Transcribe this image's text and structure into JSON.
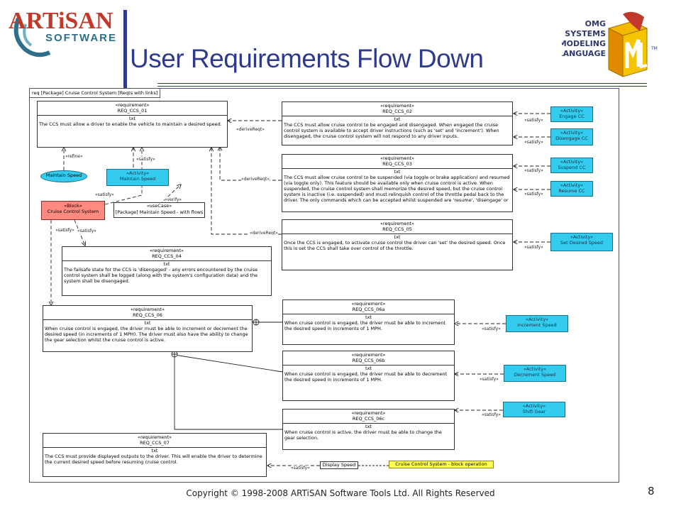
{
  "slide": {
    "title": "User Requirements Flow Down",
    "footer": "Copyright © 1998-2008 ARTiSAN Software Tools Ltd.  All Rights Reserved",
    "page_number": "8",
    "artisan_logo": {
      "name": "ARTiSAN",
      "sub": "SOFTWARE"
    },
    "sysml_logo": {
      "lines": [
        "OMG",
        "SYSTEMS",
        "MODELING",
        "LANGUAGE"
      ],
      "tm": "TM"
    }
  },
  "diagram": {
    "frame_label": "req [Package] Cruise Control System [Reqts with links]",
    "requirements": [
      {
        "key": "r01",
        "stereotype": "«requirement»",
        "id": "REQ_CCS_01",
        "text_label": "txt",
        "text": "The CCS must allow a driver to enable the vehicle to maintain a desired speed."
      },
      {
        "key": "r02",
        "stereotype": "«requirement»",
        "id": "REQ_CCS_02",
        "text_label": "txt",
        "text": "The CCS must allow cruise control to be engaged and disengaged. When engaged the cruise control system is available to accept driver instructions (such as 'set' and 'increment'). When disengaged, the cruise control system will not respond to any driver inputs."
      },
      {
        "key": "r03",
        "stereotype": "«requirement»",
        "id": "REQ_CCS_03",
        "text_label": "txt",
        "text": "The CCS must allow cruise control to be suspended (via toggle or brake application) and resumed (via toggle only). This feature should be available only when cruise control is active. When suspended, the cruise control system shall memorize the desired speed, but the cruise control system is inactive (i.e. suspended) and must relinquish control of the throttle pedal back to the driver. The only commands which can be accepted whilst suspended are 'resume', 'disengage' or"
      },
      {
        "key": "r05",
        "stereotype": "«requirement»",
        "id": "REQ_CCS_05",
        "text_label": "txt",
        "text": "Once the CCS is engaged, to activate cruise control the driver can 'set' the desired speed. Once this is set the CCS shall take over control of the throttle."
      },
      {
        "key": "r04",
        "stereotype": "«requirement»",
        "id": "REQ_CCS_04",
        "text_label": "txt",
        "text": "The failsafe state for the CCS is 'disengaged' - any errors encountered by the cruise control system shall be logged (along with the system's configuration data) and the system shall be disengaged."
      },
      {
        "key": "r06",
        "stereotype": "«requirement»",
        "id": "REQ_CCS_06",
        "text_label": "txt",
        "text": "When cruise control is engaged, the driver must be able to increment or decrement the desired speed (in increments of 1 MPH). The driver must also have the ability to change the gear selection whilst the cruise control is active."
      },
      {
        "key": "r06a",
        "stereotype": "«requirement»",
        "id": "REQ_CCS_06a",
        "text_label": "txt",
        "text": "When cruise control is engaged, the driver must be able to increment the desired speed in increments of 1 MPH."
      },
      {
        "key": "r06b",
        "stereotype": "«requirement»",
        "id": "REQ_CCS_06b",
        "text_label": "txt",
        "text": "When cruise control is engaged, the driver must be able to decrement the desired speed in increments of 1 MPH."
      },
      {
        "key": "r06c",
        "stereotype": "«requirement»",
        "id": "REQ_CCS_06c",
        "text_label": "txt",
        "text": "When cruise control is active, the driver must be able to change the gear selection."
      },
      {
        "key": "r07",
        "stereotype": "«requirement»",
        "id": "REQ_CCS_07",
        "text_label": "txt",
        "text": "The CCS must provide displayed outputs to the driver. This will enable the driver to determine the current desired speed before resuming cruise control."
      }
    ],
    "activities": [
      {
        "key": "a_engage",
        "stereotype": "«Activity»",
        "name": "Engage CC"
      },
      {
        "key": "a_disengage",
        "stereotype": "«Activity»",
        "name": "Disengage CC"
      },
      {
        "key": "a_suspend",
        "stereotype": "«Activity»",
        "name": "Suspend CC"
      },
      {
        "key": "a_resume",
        "stereotype": "«Activity»",
        "name": "Resume CC"
      },
      {
        "key": "a_setspeed",
        "stereotype": "«Activity»",
        "name": "Set Desired Speed"
      },
      {
        "key": "a_maintain",
        "stereotype": "«Activity»",
        "name": "Maintain Speed"
      },
      {
        "key": "a_increment",
        "stereotype": "«Activity»",
        "name": "Increment Speed"
      },
      {
        "key": "a_decrement",
        "stereotype": "«Activity»",
        "name": "Decrement Speed"
      },
      {
        "key": "a_shiftgear",
        "stereotype": "«Activity»",
        "name": "Shift Gear"
      }
    ],
    "block": {
      "stereotype": "«Block»",
      "name": "Cruise Control System"
    },
    "use_case": {
      "name": "Maintain Speed"
    },
    "use_case_note": {
      "stereotype": "«useCase»",
      "name": "[Package] Maintain Speed - with flows"
    },
    "display_speed": "Display Speed",
    "block_operation_note": "Cruise Control System - block operation",
    "relation_labels": {
      "derive": "«deriveReqt»",
      "satisfy": "«satisfy»",
      "refine": "«refine»",
      "verify": "«verify»"
    }
  }
}
